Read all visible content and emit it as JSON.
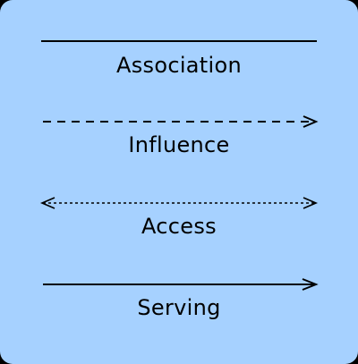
{
  "relationships": [
    {
      "label": "Association",
      "line_style": "solid",
      "arrow_start": false,
      "arrow_end": false
    },
    {
      "label": "Influence",
      "line_style": "dashed",
      "arrow_start": false,
      "arrow_end": true
    },
    {
      "label": "Access",
      "line_style": "dotted",
      "arrow_start": true,
      "arrow_end": true
    },
    {
      "label": "Serving",
      "line_style": "solid",
      "arrow_start": false,
      "arrow_end": true
    }
  ],
  "colors": {
    "background": "#a6d1ff",
    "stroke": "#000000"
  }
}
